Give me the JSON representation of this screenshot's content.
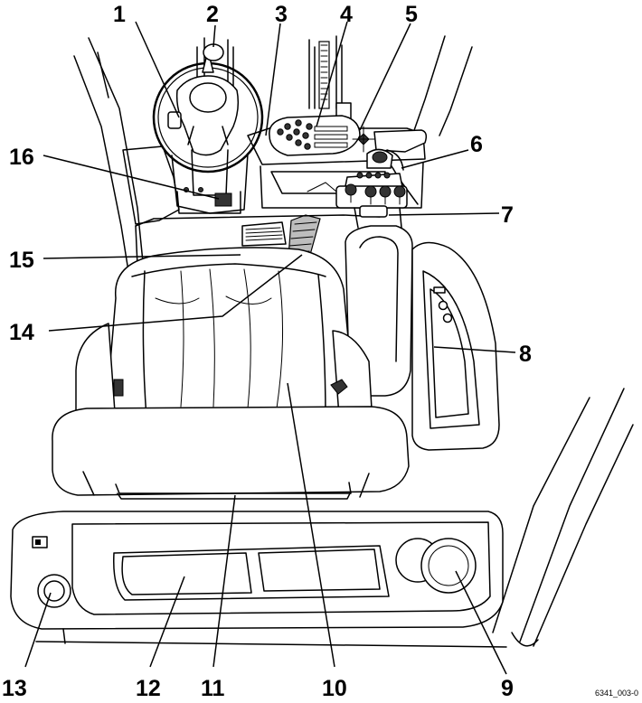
{
  "callouts": [
    {
      "id": "1",
      "label": "1"
    },
    {
      "id": "2",
      "label": "2"
    },
    {
      "id": "3",
      "label": "3"
    },
    {
      "id": "4",
      "label": "4"
    },
    {
      "id": "5",
      "label": "5"
    },
    {
      "id": "6",
      "label": "6"
    },
    {
      "id": "7",
      "label": "7"
    },
    {
      "id": "8",
      "label": "8"
    },
    {
      "id": "9",
      "label": "9"
    },
    {
      "id": "10",
      "label": "10"
    },
    {
      "id": "11",
      "label": "11"
    },
    {
      "id": "12",
      "label": "12"
    },
    {
      "id": "13",
      "label": "13"
    },
    {
      "id": "14",
      "label": "14"
    },
    {
      "id": "15",
      "label": "15"
    },
    {
      "id": "16",
      "label": "16"
    }
  ],
  "figure_code": "6341_003-0"
}
